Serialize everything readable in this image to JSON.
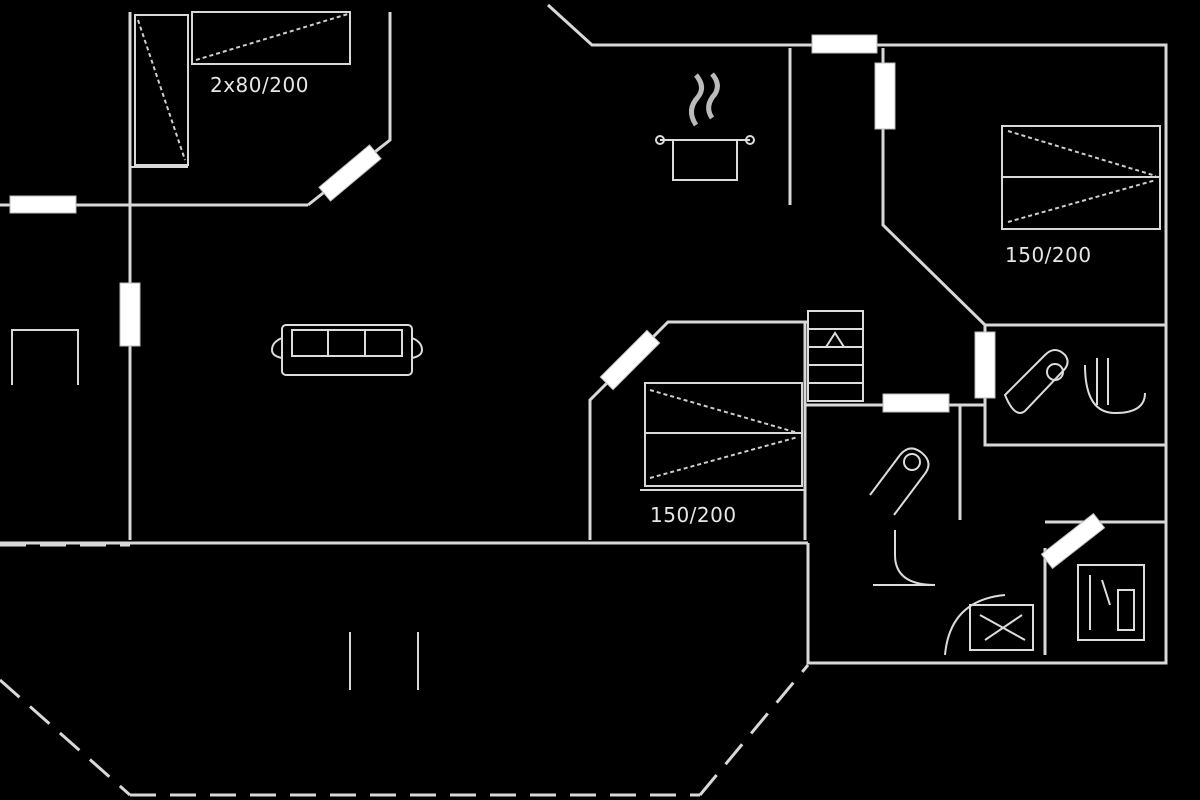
{
  "rooms": [
    {
      "id": "bedroom-1",
      "bed_label": "2x80/200"
    },
    {
      "id": "bedroom-2",
      "bed_label": "150/200"
    },
    {
      "id": "bedroom-3",
      "bed_label": "150/200"
    }
  ],
  "fixtures": [
    "sofa-icon",
    "stove-icon",
    "shelf-icon",
    "toilet-icon",
    "sink-icon",
    "shower-icon",
    "sauna-bench-icon",
    "spa-tub-icon"
  ],
  "colors": {
    "background": "#000000",
    "lines": "#d8d8d8",
    "windows": "#ffffff"
  }
}
